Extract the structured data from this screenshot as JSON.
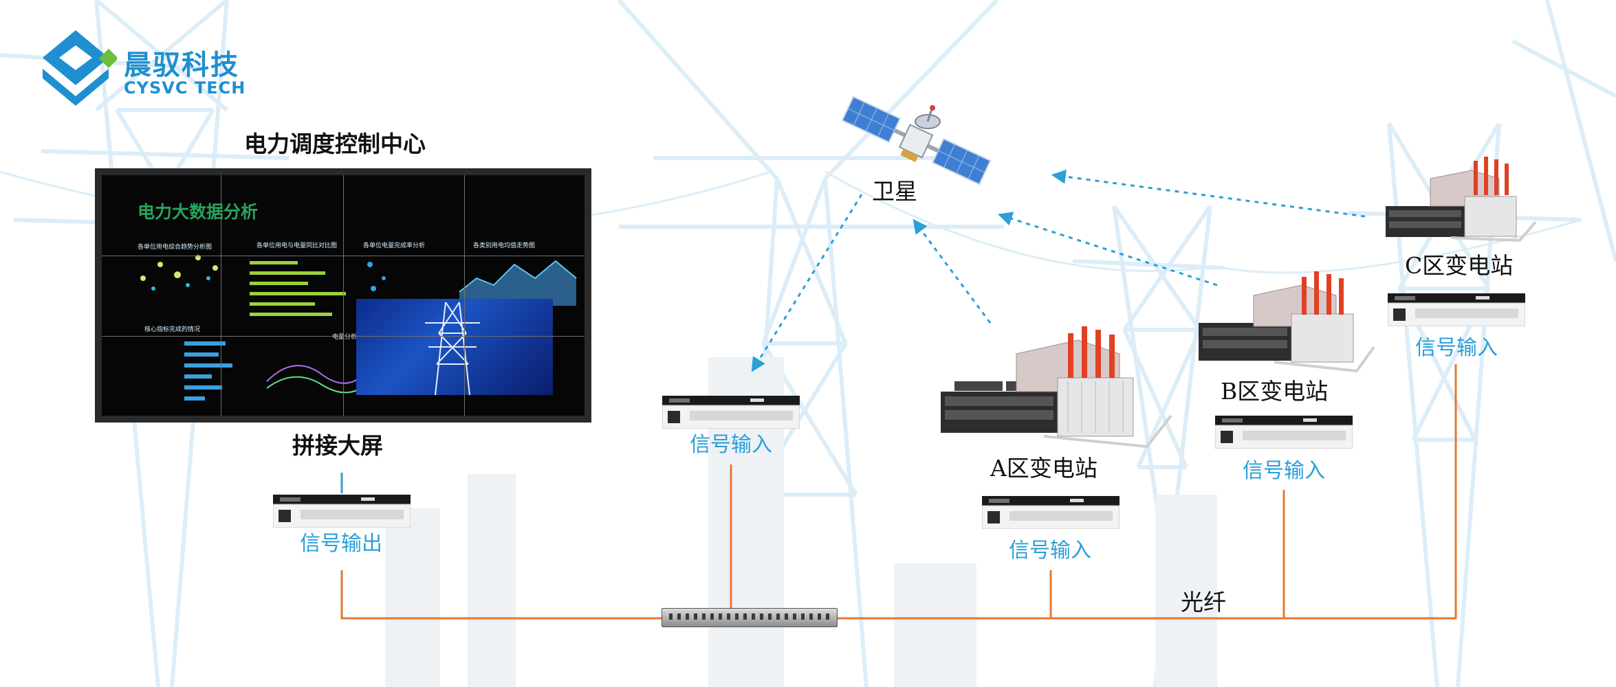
{
  "logo": {
    "name_cn": "晨驭科技",
    "name_en": "CYSVC TECH",
    "icon": "diamond-layers-logo-icon",
    "color": "#1f8fd1"
  },
  "control_center": {
    "title": "电力调度控制中心"
  },
  "video_wall": {
    "label": "拼接大屏",
    "screen_title": "电力大数据分析",
    "panel_captions": [
      "各单位用电综合趋势分析图",
      "各单位用电与电量同比对比图",
      "各单位电量完成率分析",
      "各类别用电均值走势图",
      "核心指标完成的情况",
      "电量分析统计"
    ]
  },
  "satellite": {
    "label": "卫星",
    "icon": "satellite-icon"
  },
  "nodes": {
    "output": {
      "label": "信号输出"
    },
    "center_input": {
      "label": "信号输入"
    },
    "station_a": {
      "label": "A区变电站",
      "input_label": "信号输入"
    },
    "station_b": {
      "label": "B区变电站",
      "input_label": "信号输入"
    },
    "station_c": {
      "label": "C区变电站",
      "input_label": "信号输入"
    }
  },
  "fiber": {
    "label": "光纤"
  },
  "colors": {
    "accent": "#2a9fd8",
    "fiber": "#e8772e",
    "dashed": "#2a9fd8",
    "text": "#111111"
  }
}
